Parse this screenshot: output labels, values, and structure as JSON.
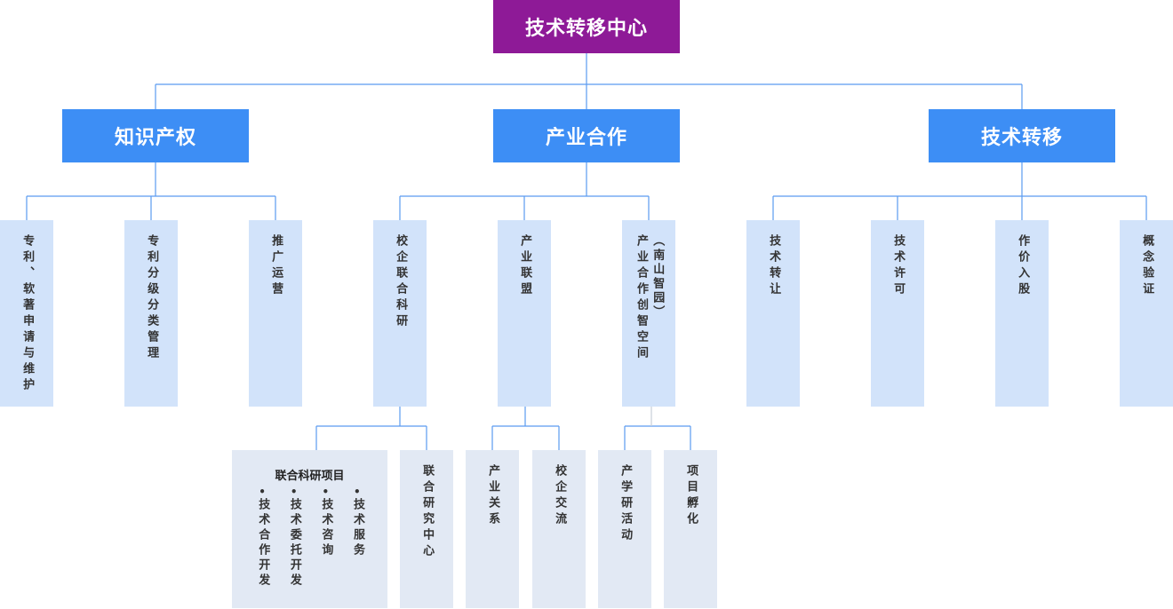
{
  "root": {
    "label": "技术转移中心"
  },
  "branches": [
    {
      "label": "知识产权",
      "children": [
        {
          "label": "专利、软著申请与维护"
        },
        {
          "label": "专利分级分类管理"
        },
        {
          "label": "推广运营"
        }
      ]
    },
    {
      "label": "产业合作",
      "children": [
        {
          "label": "校企联合科研",
          "children": [
            {
              "label": "联合科研项目",
              "items": [
                "技术合作开发",
                "技术委托开发",
                "技术咨询",
                "技术服务"
              ]
            },
            {
              "label": "联合研究中心"
            }
          ]
        },
        {
          "label": "产业联盟",
          "children": [
            {
              "label": "产业关系"
            },
            {
              "label": "校企交流"
            }
          ]
        },
        {
          "label": "产业合作创智空间",
          "sublabel": "（南山智园）",
          "children": [
            {
              "label": "产学研活动"
            },
            {
              "label": "项目孵化"
            }
          ]
        }
      ]
    },
    {
      "label": "技术转移",
      "children": [
        {
          "label": "技术转让"
        },
        {
          "label": "技术许可"
        },
        {
          "label": "作价入股"
        },
        {
          "label": "概念验证"
        }
      ]
    }
  ],
  "colors": {
    "root": "#8e1a97",
    "level1": "#3d8ef5",
    "level2": "#d2e3fa",
    "level3": "#e2e9f4",
    "connector": "#5b9bf0"
  }
}
